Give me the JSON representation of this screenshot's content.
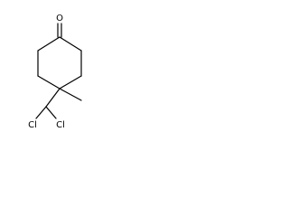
{
  "molecule": {
    "atoms": {
      "oxygen": "O",
      "chlorine_left": "Cl",
      "chlorine_right": "Cl"
    }
  }
}
